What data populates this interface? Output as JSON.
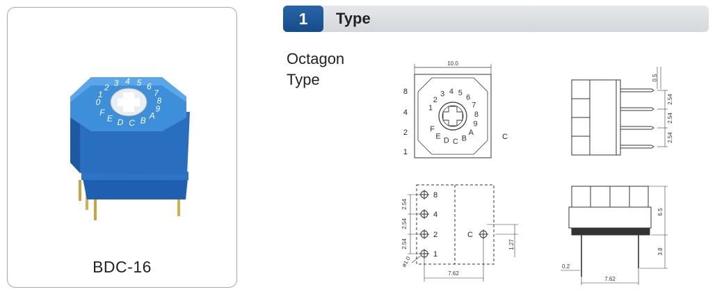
{
  "product": {
    "model": "BDC-16",
    "dial_hex_chars": [
      "0",
      "1",
      "2",
      "3",
      "4",
      "5",
      "6",
      "7",
      "8",
      "9",
      "A",
      "B",
      "C",
      "D",
      "E",
      "F"
    ]
  },
  "section": {
    "number": "1",
    "title": "Type"
  },
  "type_label": {
    "line1": "Octagon",
    "line2": "Type"
  },
  "drawings": {
    "top_view": {
      "width_dim": "10.0",
      "pin_labels": [
        "8",
        "4",
        "2",
        "1"
      ],
      "common_label": "C",
      "dial_chars": [
        "1",
        "2",
        "3",
        "4",
        "5",
        "6",
        "7",
        "8",
        "9",
        "A",
        "B",
        "C",
        "D",
        "E",
        "F"
      ]
    },
    "side_view": {
      "dims": [
        "0.5",
        "2.54",
        "2.54",
        "2.54"
      ]
    },
    "pcb_layout": {
      "pin_labels": [
        "8",
        "4",
        "2",
        "1"
      ],
      "common_label": "C",
      "pitch_dims": [
        "2.54",
        "2.54",
        "2.54"
      ],
      "hole_dia": "ø1.0",
      "offset_dim": "1.27",
      "width_dim": "7.62"
    },
    "front_view": {
      "height_dim": "6.5",
      "pin_length_dim": "3.8",
      "pin_thickness_dim": "0.2",
      "pin_span_dim": "7.62"
    }
  },
  "colors": {
    "header_accent": "#1a5596",
    "header_bar": "#dcdfe3",
    "product_blue": "#2f7cc8"
  }
}
